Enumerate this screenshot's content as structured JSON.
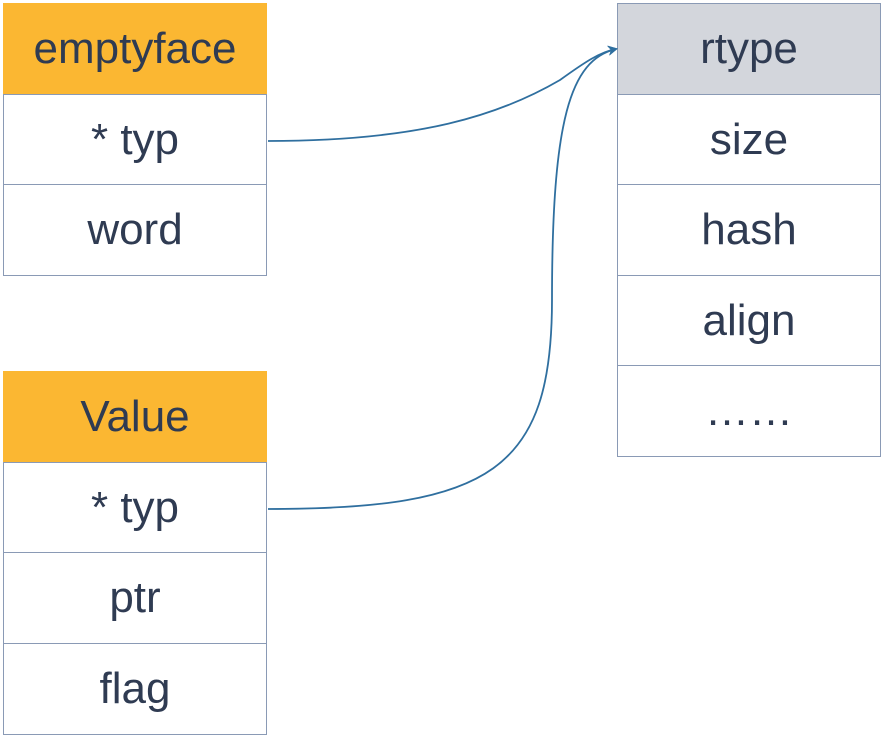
{
  "colors": {
    "header_orange": "#fbb732",
    "header_gray": "#d3d6dc",
    "border": "#8a9ab5",
    "text": "#2f3b52",
    "arrow": "#2f6f9f"
  },
  "structs": {
    "emptyface": {
      "title": "emptyface",
      "fields": [
        "* typ",
        "word"
      ]
    },
    "value": {
      "title": "Value",
      "fields": [
        "* typ",
        "ptr",
        "flag"
      ]
    },
    "rtype": {
      "title": "rtype",
      "fields": [
        "size",
        "hash",
        "align",
        "……"
      ]
    }
  },
  "connections": [
    {
      "from": "emptyface.* typ",
      "to": "rtype"
    },
    {
      "from": "Value.* typ",
      "to": "rtype"
    }
  ]
}
